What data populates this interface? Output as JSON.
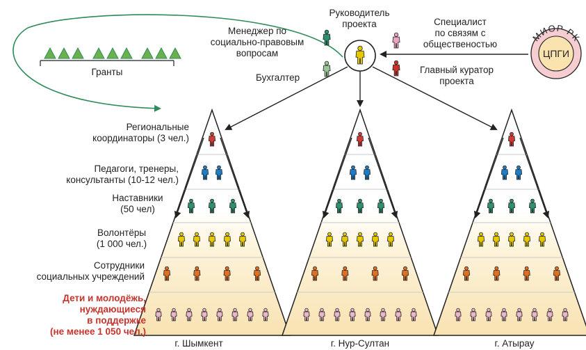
{
  "center": {
    "leader": [
      "Руководитель",
      "проекта"
    ],
    "manager": [
      "Менеджер по",
      "социально-правовым",
      "вопросам"
    ],
    "accountant": "Бухгалтер",
    "pr_specialist": [
      "Специалист",
      "по связям с",
      "общественостью"
    ],
    "chief_curator": [
      "Главный куратор",
      "проекта"
    ]
  },
  "grants": {
    "label": "Гранты"
  },
  "badge": {
    "ring_text": "МИОР РК",
    "core_text": "ЦПГИ"
  },
  "levels": [
    {
      "label": [
        "Региональные",
        "координаторы (3 чел.)"
      ],
      "color": "#d23a35",
      "icons": 1
    },
    {
      "label": [
        "Педагоги, тренеры,",
        "консультанты (10-12 чел.)"
      ],
      "color": "#1d7dc8",
      "icons": 2
    },
    {
      "label": [
        "Наставники",
        "(50 чел)"
      ],
      "color": "#2f9070",
      "icons": 3
    },
    {
      "label": [
        "Волонтёры",
        "(1 000 чел.)"
      ],
      "color": "#e6c800",
      "icons": 5
    },
    {
      "label": [
        "Сотрудники",
        "социальных учреждений"
      ],
      "color": "#e07020",
      "icons": 4
    },
    {
      "label": [
        "Дети и молодёжь,",
        "нуждающиеся",
        "в поддержке",
        "(не менее 1 050 чел.)"
      ],
      "color": "#e9b7c8",
      "icons": 8
    }
  ],
  "cities": [
    "г. Шымкент",
    "г. Нур-Султан",
    "г. Атырау"
  ],
  "colors": {
    "accent_green": "#2e8b57",
    "outline": "#222222",
    "red_label": "#c8332c",
    "band_light": "#fdf3da",
    "band_medium": "#f8e2b2",
    "badge_ring": "#f6cdd0",
    "badge_core": "#fbe3b0"
  }
}
